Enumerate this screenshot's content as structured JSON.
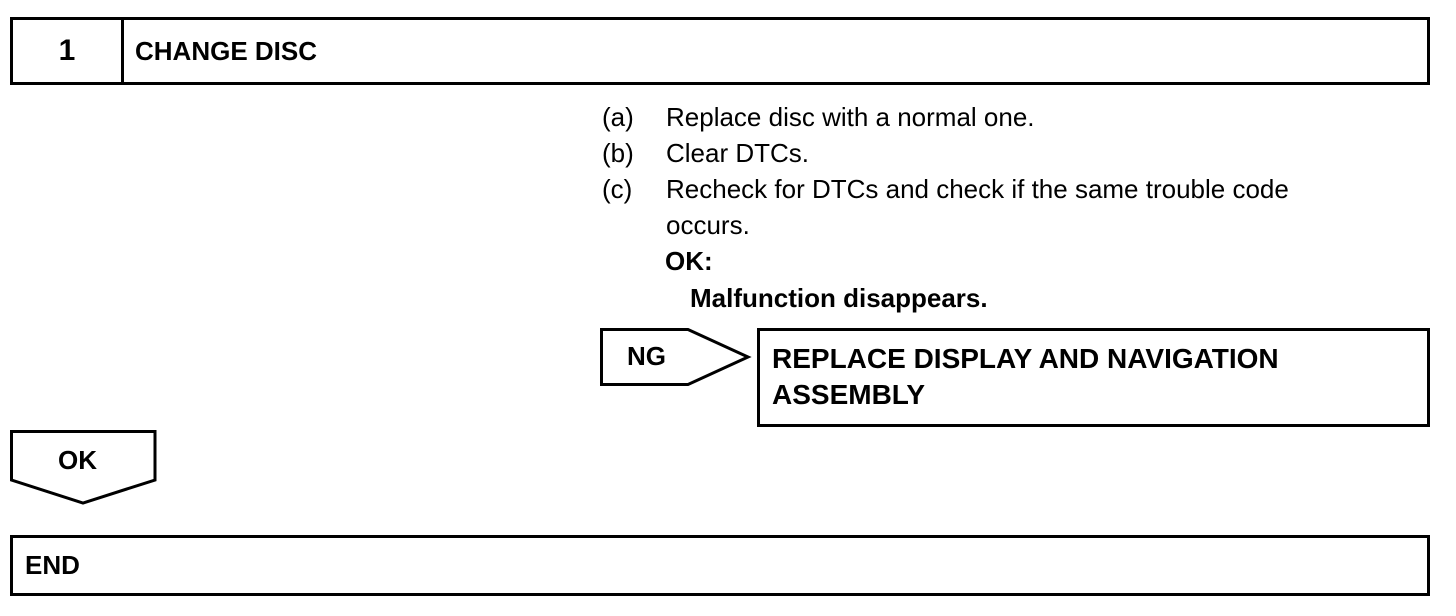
{
  "step": {
    "number": "1",
    "title": "CHANGE DISC"
  },
  "instructions": [
    {
      "label": "(a)",
      "lines": [
        "Replace disc with a normal one."
      ]
    },
    {
      "label": "(b)",
      "lines": [
        "Clear DTCs."
      ]
    },
    {
      "label": "(c)",
      "lines": [
        "Recheck for DTCs and check if the same trouble code",
        "occurs."
      ]
    }
  ],
  "result": {
    "ok_label": "OK:",
    "ok_value": "Malfunction disappears."
  },
  "ng_branch": {
    "label": "NG",
    "action_lines": [
      "REPLACE DISPLAY AND NAVIGATION",
      "ASSEMBLY"
    ]
  },
  "ok_branch": {
    "label": "OK"
  },
  "end": {
    "label": "END"
  }
}
